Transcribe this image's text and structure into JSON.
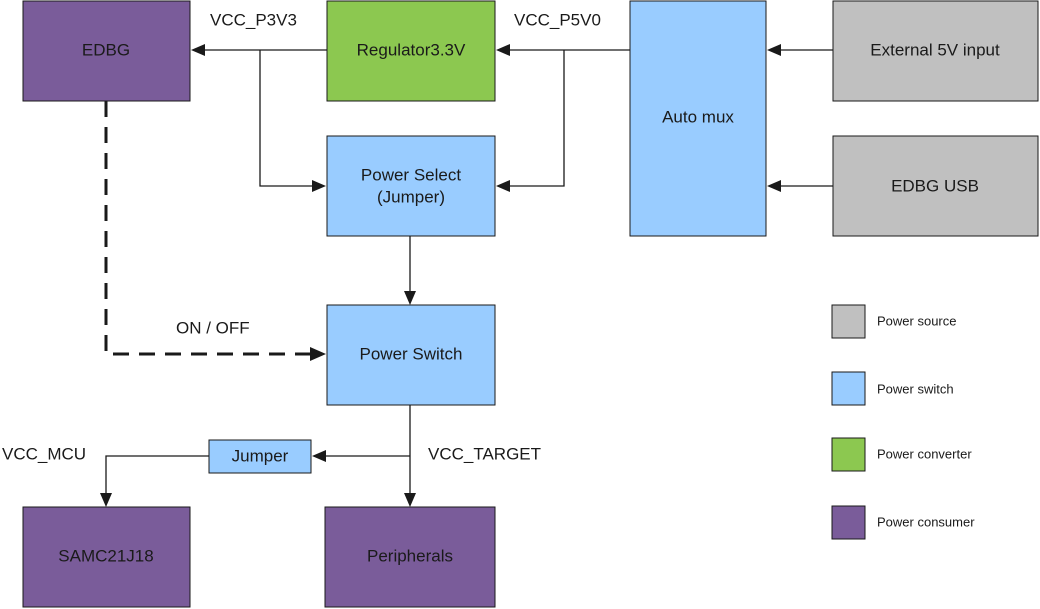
{
  "colors": {
    "power_source": "#c0c0c0",
    "power_switch": "#99ccff",
    "power_converter": "#8cc850",
    "power_consumer": "#7a5c9a",
    "stroke": "#1a1a1a"
  },
  "blocks": {
    "edbg": "EDBG",
    "regulator": "Regulator3.3V",
    "auto_mux": "Auto mux",
    "external_5v": "External 5V input",
    "edbg_usb": "EDBG USB",
    "power_select_line1": "Power Select",
    "power_select_line2": "(Jumper)",
    "power_switch": "Power Switch",
    "jumper": "Jumper",
    "samc21j18": "SAMC21J18",
    "peripherals": "Peripherals"
  },
  "wires": {
    "vcc_p3v3": "VCC_P3V3",
    "vcc_p5v0": "VCC_P5V0",
    "on_off": "ON / OFF",
    "vcc_mcu": "VCC_MCU",
    "vcc_target": "VCC_TARGET"
  },
  "legend": {
    "power_source": "Power source",
    "power_switch": "Power switch",
    "power_converter": "Power converter",
    "power_consumer": "Power consumer"
  }
}
